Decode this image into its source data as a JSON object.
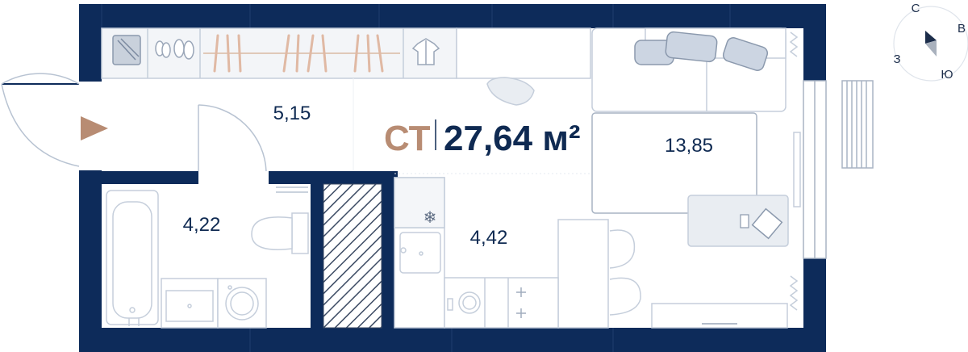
{
  "apartment": {
    "type_label": "СТ",
    "total_area": "27,64 м²"
  },
  "rooms": {
    "hall_area": "5,15",
    "living_area": "13,85",
    "bathroom_area": "4,22",
    "kitchen_area": "4,42"
  },
  "compass": {
    "north": "С",
    "east": "В",
    "south": "Ю",
    "west": "З"
  },
  "colors": {
    "wall": "#0d2b5a",
    "furniture_stroke": "#b8c3d2",
    "furniture_fill": "#e3e8ef",
    "accent": "#b88c73"
  }
}
